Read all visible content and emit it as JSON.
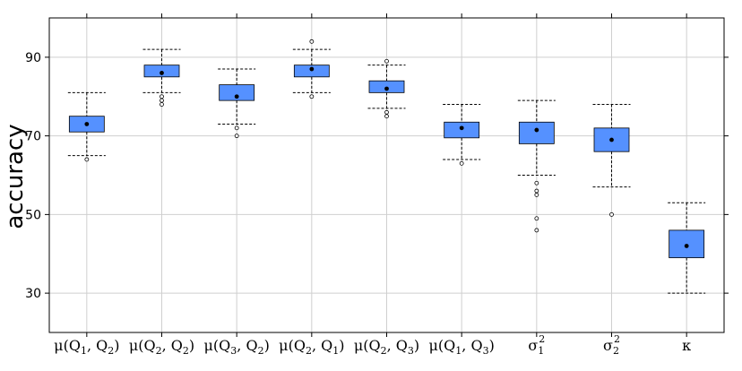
{
  "chart_data": {
    "type": "boxplot",
    "ylabel": "accuracy",
    "ylim": [
      20,
      100
    ],
    "yticks": [
      30,
      50,
      70,
      90
    ],
    "grid": true,
    "box_color": "#5591ff",
    "categories": [
      {
        "parts": [
          {
            "t": "μ(Q"
          },
          {
            "t": "1",
            "s": "sub"
          },
          {
            "t": ", Q"
          },
          {
            "t": "2",
            "s": "sub"
          },
          {
            "t": ")"
          }
        ]
      },
      {
        "parts": [
          {
            "t": "μ(Q"
          },
          {
            "t": "2",
            "s": "sub"
          },
          {
            "t": ", Q"
          },
          {
            "t": "2",
            "s": "sub"
          },
          {
            "t": ")"
          }
        ]
      },
      {
        "parts": [
          {
            "t": "μ(Q"
          },
          {
            "t": "3",
            "s": "sub"
          },
          {
            "t": ", Q"
          },
          {
            "t": "2",
            "s": "sub"
          },
          {
            "t": ")"
          }
        ]
      },
      {
        "parts": [
          {
            "t": "μ(Q"
          },
          {
            "t": "2",
            "s": "sub"
          },
          {
            "t": ", Q"
          },
          {
            "t": "1",
            "s": "sub"
          },
          {
            "t": ")"
          }
        ]
      },
      {
        "parts": [
          {
            "t": "μ(Q"
          },
          {
            "t": "2",
            "s": "sub"
          },
          {
            "t": ", Q"
          },
          {
            "t": "3",
            "s": "sub"
          },
          {
            "t": ")"
          }
        ]
      },
      {
        "parts": [
          {
            "t": "μ(Q"
          },
          {
            "t": "1",
            "s": "sub"
          },
          {
            "t": ", Q"
          },
          {
            "t": "3",
            "s": "sub"
          },
          {
            "t": ")"
          }
        ]
      },
      {
        "parts": [
          {
            "t": "σ"
          },
          {
            "t": "1",
            "s": "sub"
          },
          {
            "t": "2",
            "s": "sup"
          }
        ]
      },
      {
        "parts": [
          {
            "t": "σ"
          },
          {
            "t": "2",
            "s": "sub"
          },
          {
            "t": "2",
            "s": "sup"
          }
        ]
      },
      {
        "parts": [
          {
            "t": "κ"
          }
        ]
      }
    ],
    "boxes": [
      {
        "whisker_low": 65,
        "q1": 71,
        "q3": 75,
        "whisker_high": 81,
        "mean": 73,
        "outliers": [
          64
        ]
      },
      {
        "whisker_low": 81,
        "q1": 85,
        "q3": 88,
        "whisker_high": 92,
        "mean": 86,
        "outliers": [
          78,
          79,
          80
        ]
      },
      {
        "whisker_low": 73,
        "q1": 79,
        "q3": 83,
        "whisker_high": 87,
        "mean": 80,
        "outliers": [
          70,
          72
        ]
      },
      {
        "whisker_low": 81,
        "q1": 85,
        "q3": 88,
        "whisker_high": 92,
        "mean": 87,
        "outliers": [
          80,
          94
        ]
      },
      {
        "whisker_low": 77,
        "q1": 81,
        "q3": 84,
        "whisker_high": 88,
        "mean": 82,
        "outliers": [
          75,
          76,
          89
        ]
      },
      {
        "whisker_low": 64,
        "q1": 69.5,
        "q3": 73.5,
        "whisker_high": 78,
        "mean": 72,
        "outliers": [
          63
        ]
      },
      {
        "whisker_low": 60,
        "q1": 68,
        "q3": 73.5,
        "whisker_high": 79,
        "mean": 71.5,
        "outliers": [
          46,
          49,
          55,
          56,
          58
        ]
      },
      {
        "whisker_low": 57,
        "q1": 66,
        "q3": 72,
        "whisker_high": 78,
        "mean": 69,
        "outliers": [
          50
        ]
      },
      {
        "whisker_low": 30,
        "q1": 39,
        "q3": 46,
        "whisker_high": 53,
        "mean": 42,
        "outliers": []
      }
    ]
  }
}
